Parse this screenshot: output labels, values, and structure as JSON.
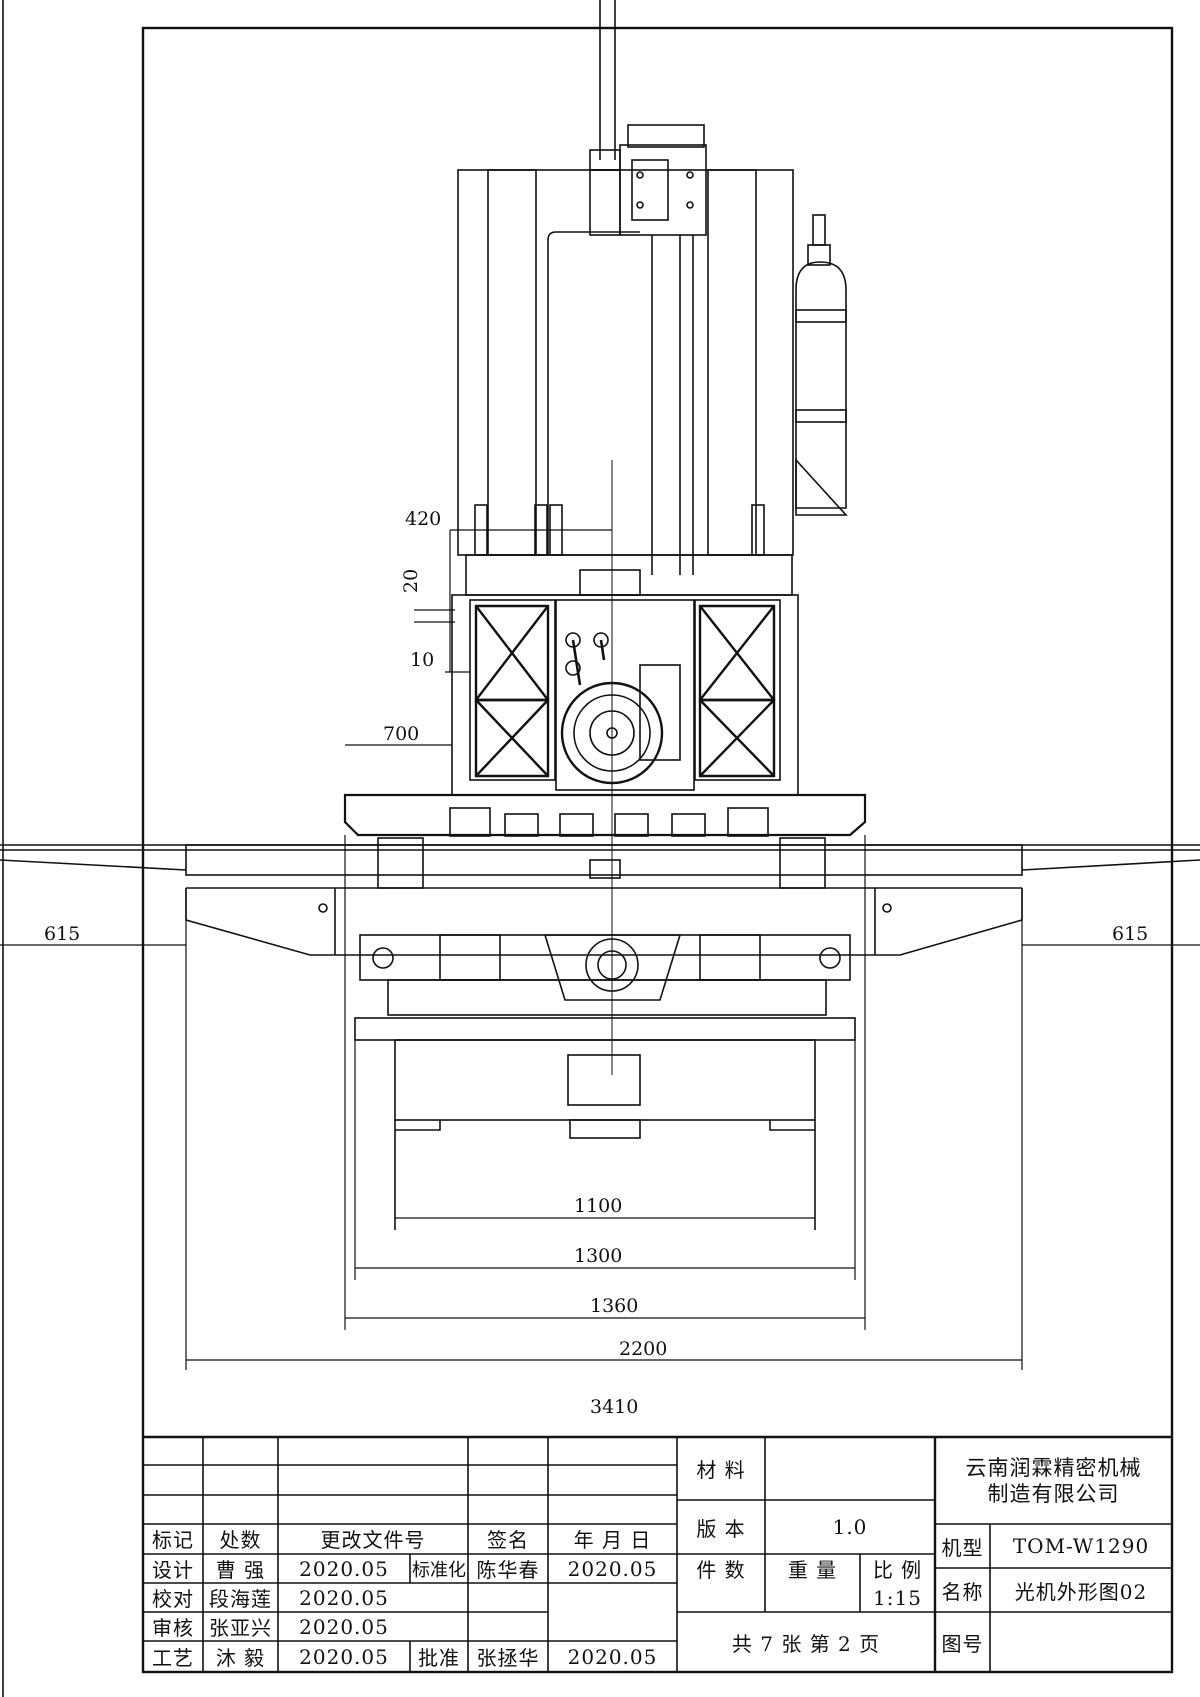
{
  "dimensions": {
    "d420": "420",
    "d20": "20",
    "d10": "10",
    "d700": "700",
    "d615_left": "615",
    "d615_right": "615",
    "d1100": "1100",
    "d1300": "1300",
    "d1360": "1360",
    "d2200": "2200",
    "d3410": "3410"
  },
  "title_block": {
    "headers": {
      "mark": "标记",
      "count": "处数",
      "change_doc": "更改文件号",
      "signature": "签名",
      "date": "年 月 日"
    },
    "roles": {
      "design": "设计",
      "check": "校对",
      "review": "审核",
      "process": "工艺",
      "standard": "标准化",
      "approve": "批准"
    },
    "people": {
      "design": "曹 强",
      "check": "段海莲",
      "review": "张亚兴",
      "process": "沐  毅",
      "standard": "陈华春",
      "approve": "张拯华"
    },
    "dates": {
      "design": "2020.05",
      "check": "2020.05",
      "review": "2020.05",
      "process": "2020.05",
      "standard": "2020.05",
      "approve": "2020.05"
    },
    "material_label": "材 料",
    "version_label": "版 本",
    "version_value": "1.0",
    "pieces_label": "件 数",
    "weight_label": "重 量",
    "scale_label": "比 例",
    "scale_value": "1:15",
    "sheets": "共 7 张     第 2 页",
    "company_line1": "云南润霖精密机械",
    "company_line2": "制造有限公司",
    "model_label": "机型",
    "model_value": "TOM-W1290",
    "name_label": "名称",
    "name_value": "光机外形图02",
    "drawing_no_label": "图号"
  }
}
